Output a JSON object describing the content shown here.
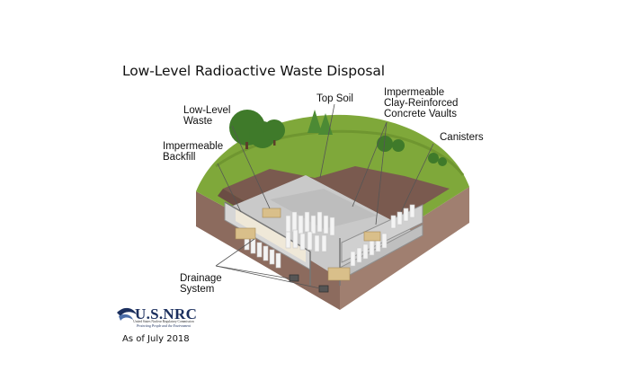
{
  "title": "Low-Level Radioactive Waste Disposal",
  "labels": {
    "low_level_waste": [
      "Low-Level",
      "Waste"
    ],
    "top_soil": "Top Soil",
    "vaults": [
      "Impermeable",
      "Clay-Reinforced",
      "Concrete Vaults"
    ],
    "backfill": [
      "Impermeable",
      "Backfill"
    ],
    "canisters": "Canisters",
    "drainage": [
      "Drainage",
      "System"
    ]
  },
  "logo": {
    "name": "U.S.NRC",
    "subtitle": "United States Nuclear Regulatory Commission",
    "tagline": "Protecting People and the Environment"
  },
  "date_note": "As of July 2018",
  "colors": {
    "grass": "#7fa83a",
    "soil": "#8a6a5e",
    "concrete": "#b8b8b8",
    "brand": "#1b2f5e"
  }
}
